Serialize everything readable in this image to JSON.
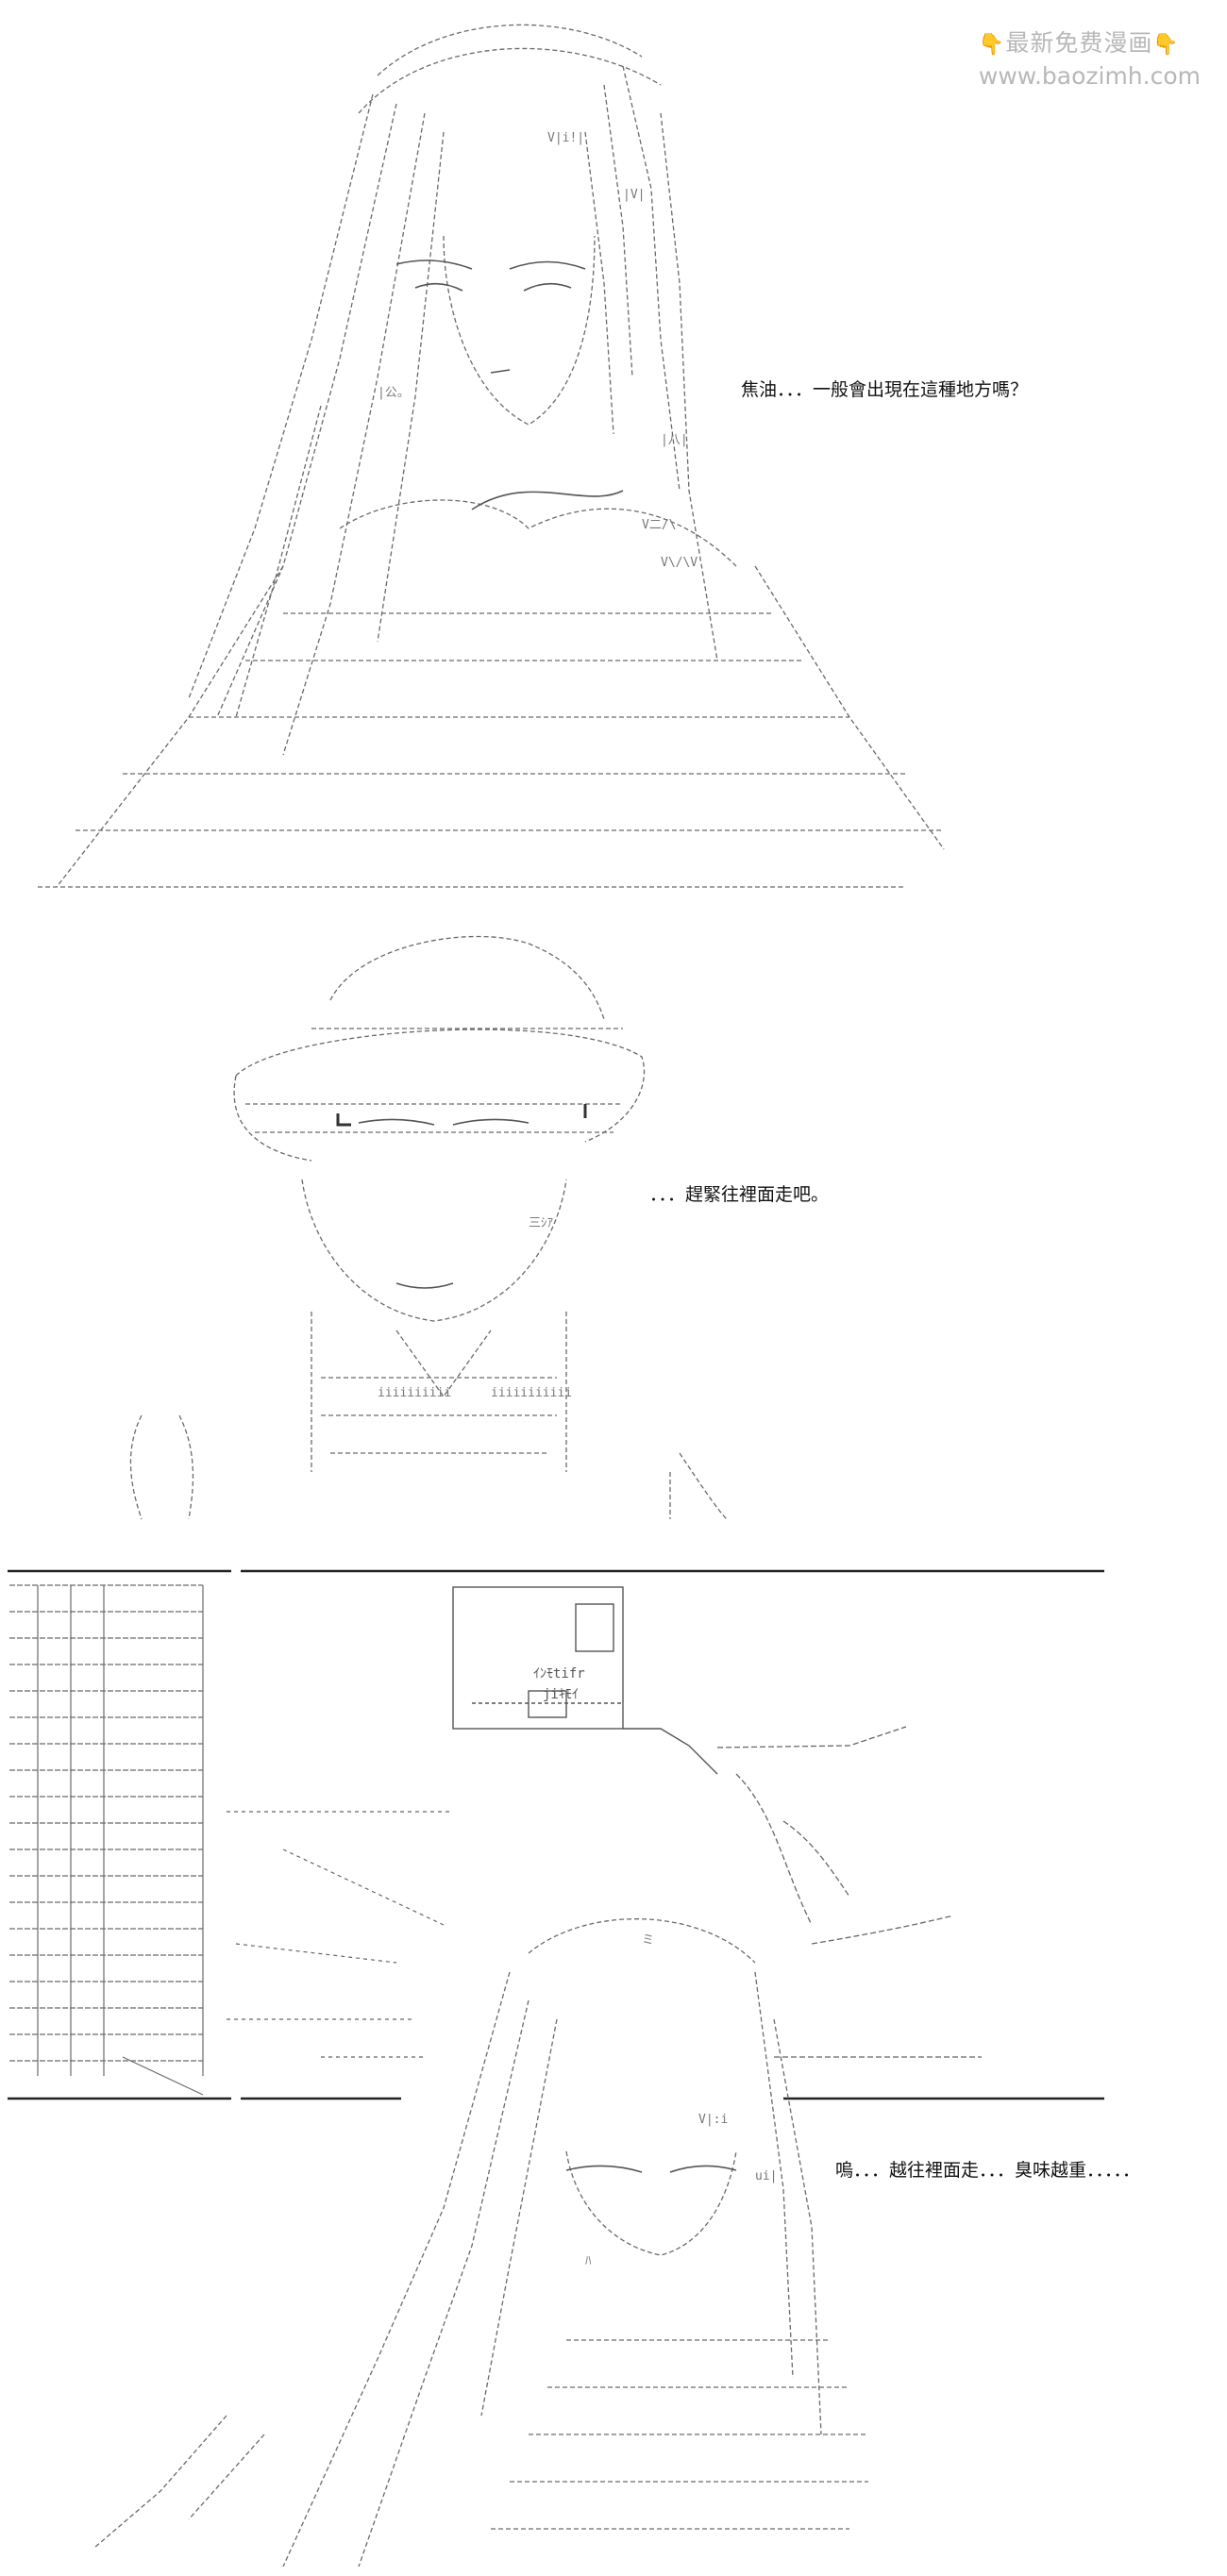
{
  "watermark": {
    "title": "最新免费漫画",
    "url": "www.baozimh.com",
    "hand_left": "👇",
    "hand_right": "👇"
  },
  "dialogs": [
    {
      "id": "panel1",
      "text": "焦油．．．一般會出現在這種地方嗎？"
    },
    {
      "id": "panel2",
      "text": "．．．趕緊往裡面走吧。"
    },
    {
      "id": "panel3",
      "text": "嗚．．．越往裡面走．．．臭味越重．．．．．"
    }
  ],
  "art_text": {
    "sign_line1": "ｲﾝﾓtifr",
    "sign_line2": "jiｷﾓｲ",
    "mouth1": "ﾊ",
    "mouth2": "ミ"
  }
}
